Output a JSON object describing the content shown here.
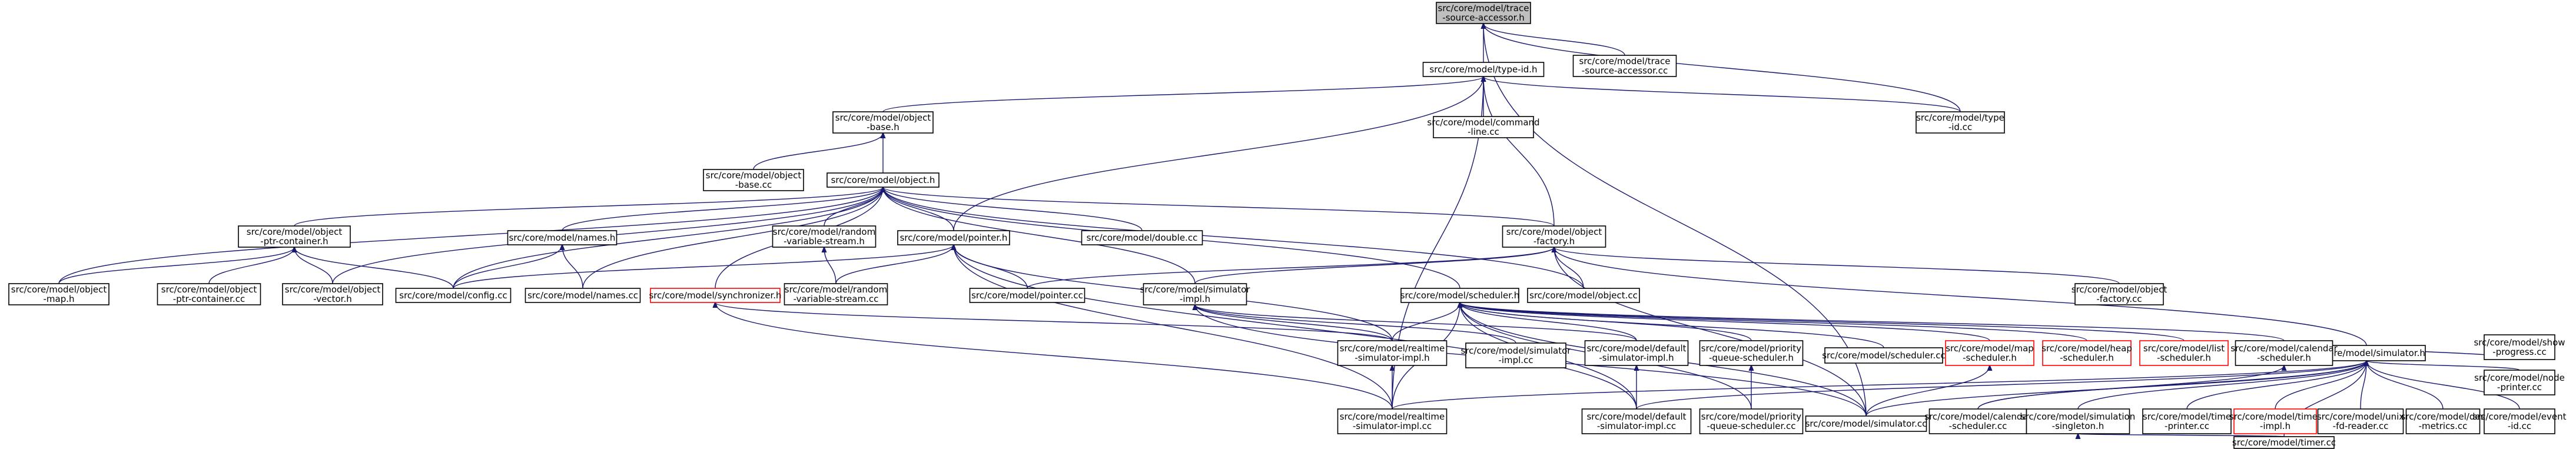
{
  "diagram": {
    "title": "",
    "edge_color": "#191970",
    "node_fill": "#ffffff",
    "root_fill": "#bfbfbf",
    "missing_border_color": "#ff0000",
    "nodes": [
      {
        "id": "root",
        "lines": [
          "src/core/model/trace",
          "-source-accessor.h"
        ],
        "root": true
      },
      {
        "id": "typeid_h",
        "lines": [
          "src/core/model/type-id.h"
        ]
      },
      {
        "id": "trace_cc",
        "lines": [
          "src/core/model/trace",
          "-source-accessor.cc"
        ]
      },
      {
        "id": "objbase_h",
        "lines": [
          "src/core/model/object",
          "-base.h"
        ]
      },
      {
        "id": "cmdline_cc",
        "lines": [
          "src/core/model/command",
          "-line.cc"
        ]
      },
      {
        "id": "typeid_cc",
        "lines": [
          "src/core/model/type",
          "-id.cc"
        ]
      },
      {
        "id": "objbase_cc",
        "lines": [
          "src/core/model/object",
          "-base.cc"
        ]
      },
      {
        "id": "object_h",
        "lines": [
          "src/core/model/object.h"
        ]
      },
      {
        "id": "ptrcont_h",
        "lines": [
          "src/core/model/object",
          "-ptr-container.h"
        ]
      },
      {
        "id": "names_h",
        "lines": [
          "src/core/model/names.h"
        ]
      },
      {
        "id": "rvs_h",
        "lines": [
          "src/core/model/random",
          "-variable-stream.h"
        ]
      },
      {
        "id": "pointer_h",
        "lines": [
          "src/core/model/pointer.h"
        ]
      },
      {
        "id": "double_cc",
        "lines": [
          "src/core/model/double.cc"
        ]
      },
      {
        "id": "factory_h",
        "lines": [
          "src/core/model/object",
          "-factory.h"
        ]
      },
      {
        "id": "objmap_h",
        "lines": [
          "src/core/model/object",
          "-map.h"
        ]
      },
      {
        "id": "ptrcont_cc",
        "lines": [
          "src/core/model/object",
          "-ptr-container.cc"
        ]
      },
      {
        "id": "objvec_h",
        "lines": [
          "src/core/model/object",
          "-vector.h"
        ]
      },
      {
        "id": "config_cc",
        "lines": [
          "src/core/model/config.cc"
        ]
      },
      {
        "id": "names_cc",
        "lines": [
          "src/core/model/names.cc"
        ]
      },
      {
        "id": "sync_h",
        "lines": [
          "src/core/model/synchronizer.h"
        ],
        "missing": true
      },
      {
        "id": "rvs_cc",
        "lines": [
          "src/core/model/random",
          "-variable-stream.cc"
        ]
      },
      {
        "id": "pointer_cc",
        "lines": [
          "src/core/model/pointer.cc"
        ]
      },
      {
        "id": "simimpl_h",
        "lines": [
          "src/core/model/simulator",
          "-impl.h"
        ]
      },
      {
        "id": "scheduler_h",
        "lines": [
          "src/core/model/scheduler.h"
        ]
      },
      {
        "id": "object_cc",
        "lines": [
          "src/core/model/object.cc"
        ]
      },
      {
        "id": "factory_cc",
        "lines": [
          "src/core/model/object",
          "-factory.cc"
        ]
      },
      {
        "id": "simulator_h",
        "lines": [
          "src/core/model/simulator.h"
        ]
      },
      {
        "id": "rtsim_h",
        "lines": [
          "src/core/model/realtime",
          "-simulator-impl.h"
        ]
      },
      {
        "id": "simimpl_cc",
        "lines": [
          "src/core/model/simulator",
          "-impl.cc"
        ]
      },
      {
        "id": "defsim_h",
        "lines": [
          "src/core/model/default",
          "-simulator-impl.h"
        ]
      },
      {
        "id": "prio_h",
        "lines": [
          "src/core/model/priority",
          "-queue-scheduler.h"
        ]
      },
      {
        "id": "scheduler_cc",
        "lines": [
          "src/core/model/scheduler.cc"
        ]
      },
      {
        "id": "mapsch_h",
        "lines": [
          "src/core/model/map",
          "-scheduler.h"
        ],
        "missing": true
      },
      {
        "id": "heapsch_h",
        "lines": [
          "src/core/model/heap",
          "-scheduler.h"
        ],
        "missing": true
      },
      {
        "id": "listsch_h",
        "lines": [
          "src/core/model/list",
          "-scheduler.h"
        ],
        "missing": true
      },
      {
        "id": "calsch_h",
        "lines": [
          "src/core/model/calendar",
          "-scheduler.h"
        ]
      },
      {
        "id": "rtsim_cc",
        "lines": [
          "src/core/model/realtime",
          "-simulator-impl.cc"
        ]
      },
      {
        "id": "defsim_cc",
        "lines": [
          "src/core/model/default",
          "-simulator-impl.cc"
        ]
      },
      {
        "id": "prio_cc",
        "lines": [
          "src/core/model/priority",
          "-queue-scheduler.cc"
        ]
      },
      {
        "id": "simulator_cc",
        "lines": [
          "src/core/model/simulator.cc"
        ]
      },
      {
        "id": "calsch_cc",
        "lines": [
          "src/core/model/calendar",
          "-scheduler.cc"
        ]
      },
      {
        "id": "simsingleton_h",
        "lines": [
          "src/core/model/simulation",
          "-singleton.h"
        ]
      },
      {
        "id": "timeprinter_cc",
        "lines": [
          "src/core/model/time",
          "-printer.cc"
        ]
      },
      {
        "id": "timerimpl_h",
        "lines": [
          "src/core/model/timer",
          "-impl.h"
        ],
        "missing": true
      },
      {
        "id": "unixfd_cc",
        "lines": [
          "src/core/model/unix",
          "-fd-reader.cc"
        ]
      },
      {
        "id": "desmetrics_cc",
        "lines": [
          "src/core/model/des",
          "-metrics.cc"
        ]
      },
      {
        "id": "eventid_cc",
        "lines": [
          "src/core/model/event",
          "-id.cc"
        ]
      },
      {
        "id": "nodeprinter_cc",
        "lines": [
          "src/core/model/node",
          "-printer.cc"
        ]
      },
      {
        "id": "showprog_cc",
        "lines": [
          "src/core/model/show",
          "-progress.cc"
        ]
      },
      {
        "id": "timer_cc",
        "lines": [
          "src/core/model/timer.cc"
        ]
      }
    ],
    "edges": [
      [
        "root",
        "typeid_h"
      ],
      [
        "root",
        "trace_cc"
      ],
      [
        "root",
        "typeid_cc"
      ],
      [
        "root",
        "simulator_cc"
      ],
      [
        "typeid_h",
        "objbase_h"
      ],
      [
        "typeid_h",
        "cmdline_cc"
      ],
      [
        "typeid_h",
        "typeid_cc"
      ],
      [
        "typeid_h",
        "pointer_h"
      ],
      [
        "typeid_h",
        "factory_h"
      ],
      [
        "typeid_h",
        "rtsim_cc"
      ],
      [
        "objbase_h",
        "objbase_cc"
      ],
      [
        "objbase_h",
        "object_h"
      ],
      [
        "object_h",
        "ptrcont_h"
      ],
      [
        "object_h",
        "names_h"
      ],
      [
        "object_h",
        "rvs_h"
      ],
      [
        "object_h",
        "pointer_h"
      ],
      [
        "object_h",
        "double_cc"
      ],
      [
        "object_h",
        "factory_h"
      ],
      [
        "object_h",
        "objmap_h"
      ],
      [
        "object_h",
        "objvec_h"
      ],
      [
        "object_h",
        "config_cc"
      ],
      [
        "object_h",
        "names_cc"
      ],
      [
        "object_h",
        "sync_h"
      ],
      [
        "object_h",
        "simimpl_h"
      ],
      [
        "object_h",
        "scheduler_h"
      ],
      [
        "object_h",
        "object_cc"
      ],
      [
        "ptrcont_h",
        "objmap_h"
      ],
      [
        "ptrcont_h",
        "ptrcont_cc"
      ],
      [
        "ptrcont_h",
        "objvec_h"
      ],
      [
        "ptrcont_h",
        "config_cc"
      ],
      [
        "names_h",
        "config_cc"
      ],
      [
        "names_h",
        "names_cc"
      ],
      [
        "rvs_h",
        "rvs_cc"
      ],
      [
        "pointer_h",
        "config_cc"
      ],
      [
        "pointer_h",
        "rvs_cc"
      ],
      [
        "pointer_h",
        "pointer_cc"
      ],
      [
        "pointer_h",
        "rtsim_h"
      ],
      [
        "pointer_h",
        "rtsim_cc"
      ],
      [
        "pointer_h",
        "defsim_cc"
      ],
      [
        "factory_h",
        "simimpl_h"
      ],
      [
        "factory_h",
        "pointer_cc"
      ],
      [
        "factory_h",
        "object_cc"
      ],
      [
        "factory_h",
        "factory_cc"
      ],
      [
        "factory_h",
        "simulator_h"
      ],
      [
        "factory_h",
        "simulator_cc"
      ],
      [
        "sync_h",
        "rtsim_h"
      ],
      [
        "sync_h",
        "rtsim_cc"
      ],
      [
        "simimpl_h",
        "rtsim_h"
      ],
      [
        "simimpl_h",
        "simimpl_cc"
      ],
      [
        "simimpl_h",
        "defsim_h"
      ],
      [
        "simimpl_h",
        "simulator_cc"
      ],
      [
        "scheduler_h",
        "rtsim_h"
      ],
      [
        "scheduler_h",
        "defsim_h"
      ],
      [
        "scheduler_h",
        "prio_h"
      ],
      [
        "scheduler_h",
        "scheduler_cc"
      ],
      [
        "scheduler_h",
        "mapsch_h"
      ],
      [
        "scheduler_h",
        "heapsch_h"
      ],
      [
        "scheduler_h",
        "listsch_h"
      ],
      [
        "scheduler_h",
        "calsch_h"
      ],
      [
        "scheduler_h",
        "rtsim_cc"
      ],
      [
        "scheduler_h",
        "defsim_cc"
      ],
      [
        "scheduler_h",
        "prio_cc"
      ],
      [
        "scheduler_h",
        "simulator_cc"
      ],
      [
        "rtsim_h",
        "rtsim_cc"
      ],
      [
        "defsim_h",
        "defsim_cc"
      ],
      [
        "prio_h",
        "prio_cc"
      ],
      [
        "mapsch_h",
        "simulator_cc"
      ],
      [
        "calsch_h",
        "calsch_cc"
      ],
      [
        "simulator_h",
        "rtsim_cc"
      ],
      [
        "simulator_h",
        "defsim_cc"
      ],
      [
        "simulator_h",
        "simulator_cc"
      ],
      [
        "simulator_h",
        "calsch_cc"
      ],
      [
        "simulator_h",
        "simsingleton_h"
      ],
      [
        "simulator_h",
        "timeprinter_cc"
      ],
      [
        "simulator_h",
        "timerimpl_h"
      ],
      [
        "simulator_h",
        "unixfd_cc"
      ],
      [
        "simulator_h",
        "desmetrics_cc"
      ],
      [
        "simulator_h",
        "eventid_cc"
      ],
      [
        "simulator_h",
        "nodeprinter_cc"
      ],
      [
        "simulator_h",
        "showprog_cc"
      ],
      [
        "simulator_h",
        "timer_cc"
      ],
      [
        "simsingleton_h",
        "timer_cc"
      ]
    ]
  }
}
